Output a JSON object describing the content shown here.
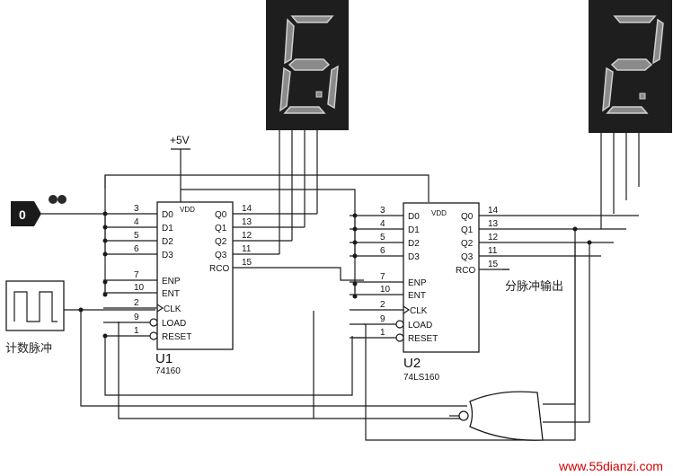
{
  "supply": "+5V",
  "input_probe": {
    "value": "0"
  },
  "clock_label": "计数脉冲",
  "divided_output_label": "分脉冲输出",
  "display_left": {
    "digit": "6",
    "colors": {
      "case": "#1e1e1e",
      "segment": "#8a8a8a"
    }
  },
  "display_right": {
    "digit": "2",
    "colors": {
      "case": "#1e1e1e",
      "segment": "#8a8a8a"
    }
  },
  "u1": {
    "ref": "U1",
    "part": "74160",
    "vdd": "VDD",
    "left_pins": [
      {
        "num": "3",
        "name": "D0"
      },
      {
        "num": "4",
        "name": "D1"
      },
      {
        "num": "5",
        "name": "D2"
      },
      {
        "num": "6",
        "name": "D3"
      },
      {
        "num": "7",
        "name": "ENP"
      },
      {
        "num": "10",
        "name": "ENT"
      },
      {
        "num": "2",
        "name": "CLK"
      },
      {
        "num": "9",
        "name": "LOAD"
      },
      {
        "num": "1",
        "name": "RESET"
      }
    ],
    "right_pins": [
      {
        "num": "14",
        "name": "Q0"
      },
      {
        "num": "13",
        "name": "Q1"
      },
      {
        "num": "12",
        "name": "Q2"
      },
      {
        "num": "11",
        "name": "Q3"
      },
      {
        "num": "15",
        "name": "RCO"
      }
    ]
  },
  "u2": {
    "ref": "U2",
    "part": "74LS160",
    "vdd": "VDD",
    "left_pins": [
      {
        "num": "3",
        "name": "D0"
      },
      {
        "num": "4",
        "name": "D1"
      },
      {
        "num": "5",
        "name": "D2"
      },
      {
        "num": "6",
        "name": "D3"
      },
      {
        "num": "7",
        "name": "ENP"
      },
      {
        "num": "10",
        "name": "ENT"
      },
      {
        "num": "2",
        "name": "CLK"
      },
      {
        "num": "9",
        "name": "LOAD"
      },
      {
        "num": "1",
        "name": "RESET"
      }
    ],
    "right_pins": [
      {
        "num": "14",
        "name": "Q0"
      },
      {
        "num": "13",
        "name": "Q1"
      },
      {
        "num": "12",
        "name": "Q2"
      },
      {
        "num": "11",
        "name": "Q3"
      },
      {
        "num": "15",
        "name": "RCO"
      }
    ]
  },
  "watermark": "www.55dianzi.com"
}
